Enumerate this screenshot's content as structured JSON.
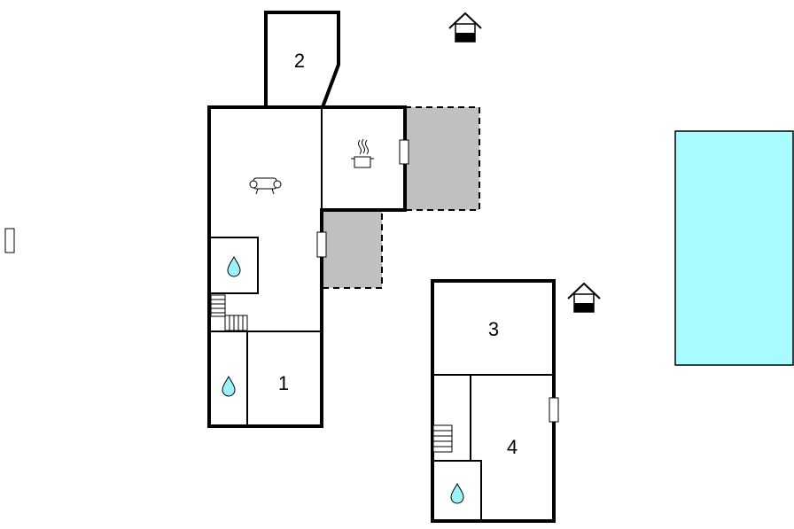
{
  "plan": {
    "rooms": [
      {
        "label": "1"
      },
      {
        "label": "2"
      },
      {
        "label": "3"
      },
      {
        "label": "4"
      }
    ],
    "icons": {
      "house": "house-icon",
      "sofa": "sofa-icon",
      "pot": "cooking-pot-icon",
      "water": "water-drop-icon",
      "stairs": "stairs-icon",
      "door": "door-icon"
    },
    "colors": {
      "wall": "#000000",
      "terrace": "#c0c0c0",
      "pool": "#a8fcff",
      "water_drop": "#9bf2f8"
    }
  }
}
